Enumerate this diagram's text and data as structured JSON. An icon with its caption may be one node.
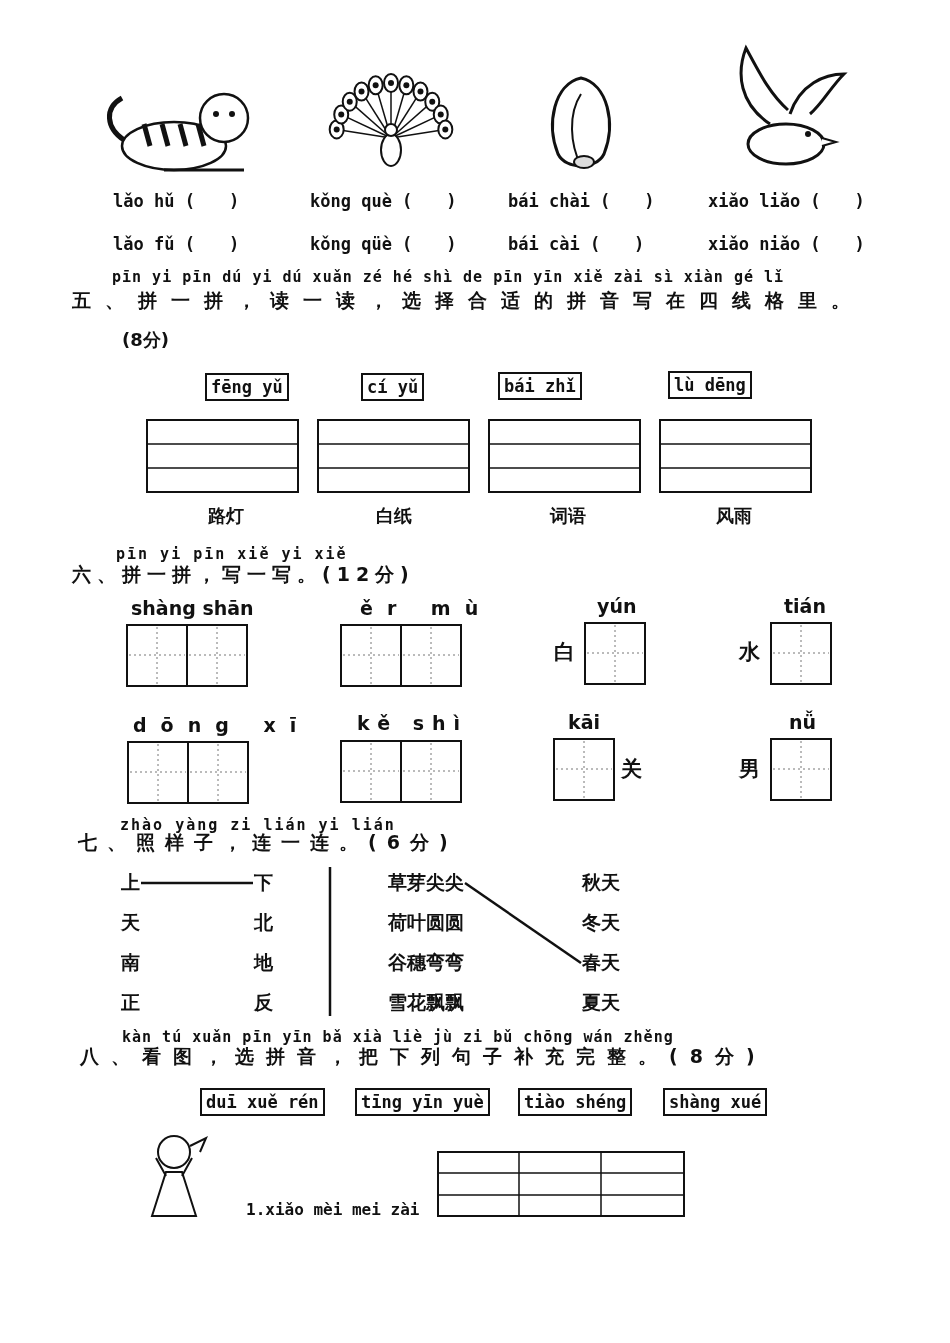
{
  "diagram": {
    "nodes": [
      {
        "text": [
          "fēng yǔ"
        ]
      },
      {
        "text": [
          "cí yǔ"
        ]
      },
      {
        "text": [
          "bái zhǐ"
        ]
      },
      {
        "text": [
          "lù dēng"
        ]
      },
      {
        "text": [
          "上"
        ]
      },
      {
        "text": [
          "下"
        ]
      },
      {
        "text": [
          "草芽尖尖"
        ]
      },
      {
        "text": [
          "秋天"
        ]
      },
      {
        "text": [
          "天"
        ]
      },
      {
        "text": [
          "北"
        ]
      },
      {
        "text": [
          "荷叶圆圆"
        ]
      },
      {
        "text": [
          "冬天"
        ]
      },
      {
        "text": [
          "南"
        ]
      },
      {
        "text": [
          "地"
        ]
      },
      {
        "text": [
          "谷穗弯弯"
        ]
      },
      {
        "text": [
          "春天"
        ]
      },
      {
        "text": [
          "正"
        ]
      },
      {
        "text": [
          "反"
        ]
      },
      {
        "text": [
          "雪花飘飘"
        ]
      },
      {
        "text": [
          "夏天"
        ]
      },
      {
        "text": [
          "duī xuě rén"
        ]
      },
      {
        "text": [
          "tīng yīn yuè"
        ]
      },
      {
        "text": [
          "tiào shéng"
        ]
      },
      {
        "text": [
          "shàng xué"
        ]
      }
    ],
    "edges": [
      {
        "from": 4,
        "to": 5,
        "arrow": "none"
      },
      {
        "from": 6,
        "to": 15,
        "arrow": "none"
      }
    ],
    "labels": [
      "lǎo hǔ (　　)",
      "kǒng què (　　)",
      "bái chài (　　)",
      "xiǎo liǎo (　　)",
      "lǎo fǔ (　　)",
      "kǒng qüè (　　)",
      "bái cài (　　)",
      "xiǎo niǎo (　　)",
      "pīn yi pīn dú yi dú xuǎn zé hé shì de pīn yīn xiě zài sì xiàn gé lǐ",
      "五、拼一拼，读一读，选择合适的拼音写在四线格里。",
      "(8分)",
      "路灯",
      "白纸",
      "词语",
      "风雨",
      "pīn yi pīn xiě yi xiě",
      "六、拼一拼，写一写。(12分)",
      "shàng shān",
      "ěr mù",
      "白",
      "yún",
      "水",
      "tián",
      "dōng xī",
      "kě shì",
      "kāi",
      "关",
      "男",
      "nǚ",
      "zhào yàng zi lián yi lián",
      "七、照样子，连一连。(6分)",
      "kàn tú xuǎn pīn yīn bǎ xià liè jù zi bǔ chōng wán zhěng",
      "八、看图，选拼音，把下列句子补充完整。(8分)",
      "1.xiǎo mèi mei zài"
    ]
  }
}
